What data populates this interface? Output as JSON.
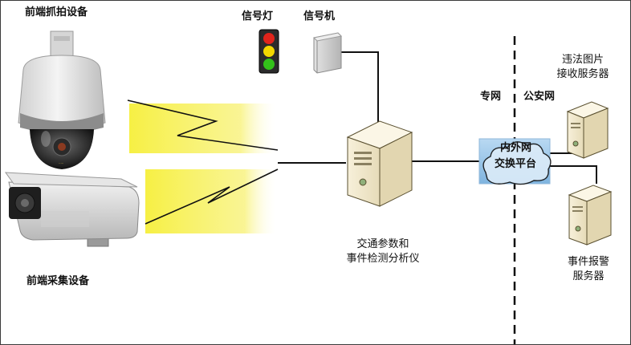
{
  "labels": {
    "front_capture": "前端抓拍设备",
    "front_collect": "前端采集设备",
    "signal_light": "信号灯",
    "signal_machine": "信号机",
    "analyzer_line1": "交通参数和",
    "analyzer_line2": "事件检测分析仪",
    "private_net": "专网",
    "police_net": "公安网",
    "exchange_line1": "内外网",
    "exchange_line2": "交换平台",
    "violation_line1": "违法图片",
    "violation_line2": "接收服务器",
    "event_line1": "事件报警",
    "event_line2": "服务器"
  },
  "colors": {
    "signal_red": "#e0241b",
    "signal_yellow": "#f2d800",
    "signal_green": "#33c21a",
    "wireless_glow": "#f6ef3a",
    "cloud_blue": "#8fc1e6",
    "server_beige": "#f3ead0"
  }
}
